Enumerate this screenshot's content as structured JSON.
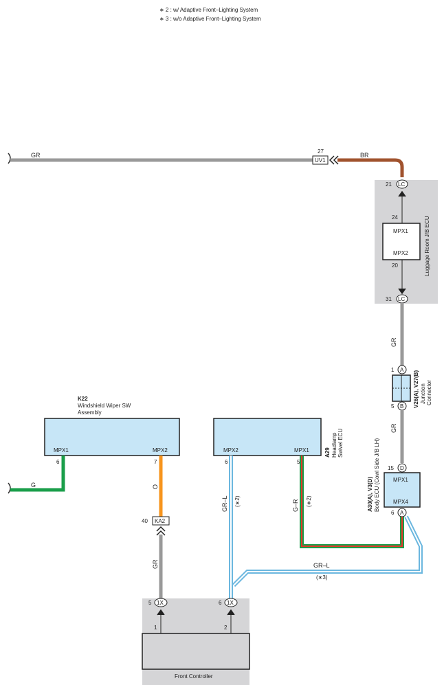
{
  "notes": [
    "∗ 2 : w/ Adaptive Front–Lighting System",
    "∗ 3 : w/o Adaptive Front–Lighting System"
  ],
  "colors": {
    "gray_wire": "#999999",
    "brown_wire": "#a0522d",
    "green_wire": "#1a9e4a",
    "orange_wire": "#f7941d",
    "red_wire": "#e03a2a",
    "blue_wire": "#9ad3ee",
    "ecu_fill": "#c7e6f7",
    "shade": "#d5d5d7"
  },
  "wire_labels": {
    "gr_top": "GR",
    "br": "BR",
    "gr_mid1": "GR",
    "gr_mid2": "GR",
    "g": "G",
    "o": "O",
    "gr_low": "GR",
    "grl_a": "GR–L",
    "grl_a_note": "(∗2)",
    "gr_a": "G–R",
    "gr_a_note": "(∗2)",
    "grl_b": "GR–L",
    "grl_b_note": "(∗3)"
  },
  "connectors": {
    "uv1": {
      "code": "UV1",
      "pin": "27"
    },
    "lc_top": {
      "code": "LC",
      "pin": "21"
    },
    "lc_bot": {
      "code": "LC",
      "pin": "31"
    },
    "jc_a": {
      "code": "A",
      "pin": "1"
    },
    "jc_b": {
      "code": "B",
      "pin": "5"
    },
    "d": {
      "code": "D",
      "pin": "15"
    },
    "a": {
      "code": "A",
      "pin": "6"
    },
    "ka2": {
      "code": "KA2",
      "pin": "40"
    },
    "x1_left": {
      "code": "1X",
      "pin": "5"
    },
    "x1_right": {
      "code": "1X",
      "pin": "6"
    }
  },
  "luggage_ecu": {
    "name": "Luggage Room J/B ECU",
    "pin_top": "24",
    "pin_bot": "20",
    "label_top": "MPX1",
    "label_bot": "MPX2"
  },
  "junction": {
    "code": "V26(A), V27(B)",
    "name_line1": "Junction",
    "name_line2": "Connector"
  },
  "body_ecu": {
    "code": "A30(A), V3(D)",
    "name": "Body ECU (Cowl Side J/B LH)",
    "label_top": "MPX1",
    "label_bot": "MPX4"
  },
  "wiper_sw": {
    "code": "K22",
    "name_line1": "Windshield Wiper SW",
    "name_line2": "Assembly",
    "left_label": "MPX1",
    "right_label": "MPX2",
    "left_pin": "6",
    "right_pin": "7"
  },
  "swivel_ecu": {
    "code": "A29",
    "name_line1": "Headlamp",
    "name_line2": "Swivel ECU",
    "left_label": "MPX2",
    "right_label": "MPX1",
    "left_pin": "6",
    "right_pin": "5"
  },
  "front_controller": {
    "name": "Front Controller",
    "pin_left": "1",
    "pin_right": "2"
  }
}
